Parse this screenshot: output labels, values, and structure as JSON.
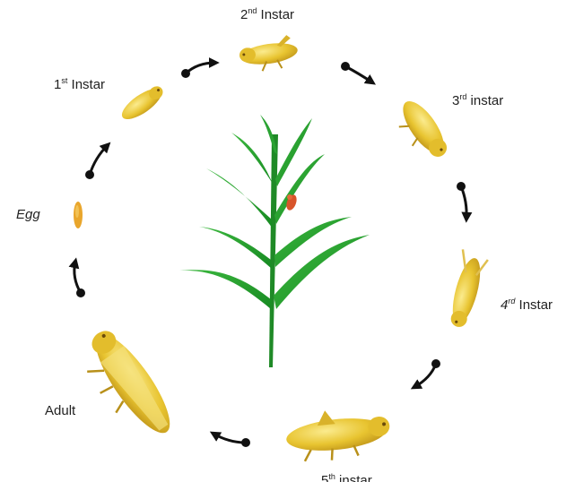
{
  "stages": {
    "instar2": {
      "base": "2",
      "sup": "nd",
      "rest": " Instar"
    },
    "instar3": {
      "base": "3",
      "sup": "rd",
      "rest": " instar"
    },
    "instar4": {
      "base": "4",
      "sup": "rd",
      "rest": " Instar"
    },
    "instar5": {
      "base": "5",
      "sup": "th",
      "rest": " instar"
    },
    "adult": {
      "text": "Adult"
    },
    "egg": {
      "text": "Egg"
    },
    "instar1": {
      "base": "1",
      "sup": "st",
      "rest": " Instar"
    }
  },
  "icons": {
    "arrow": "curved-arrow-icon",
    "plant": "maize-plant-icon",
    "insect": "leafhopper-icon",
    "egg": "egg-icon"
  },
  "colors": {
    "insect_body": "#e8c430",
    "insect_light": "#f6e27a",
    "insect_dark": "#b8901a",
    "leaf": "#2aa232",
    "leaf_dark": "#147a1e",
    "arrow": "#111111",
    "label": "#222222"
  }
}
